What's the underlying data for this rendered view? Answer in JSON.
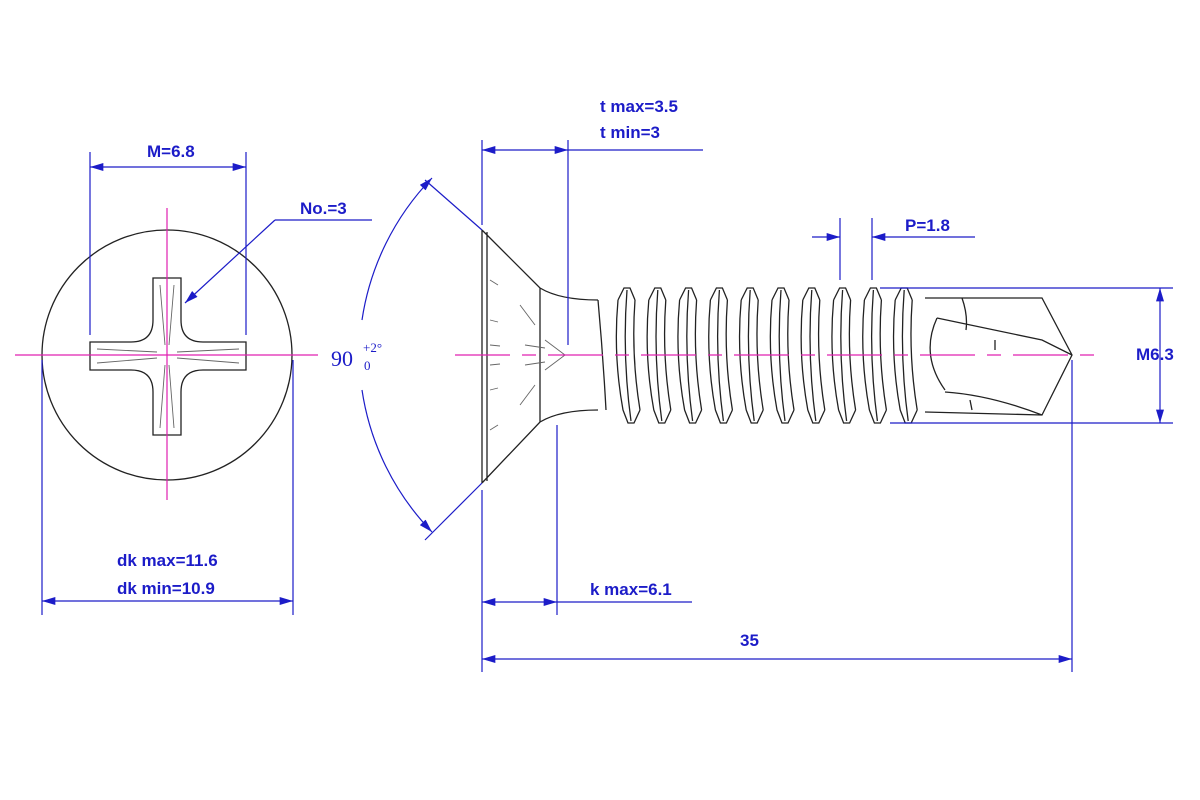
{
  "title": "Countersunk head self-drilling screw drawing",
  "labels": {
    "m": "M=6.8",
    "no": "No.=3",
    "dk_max": "dk max=11.6",
    "dk_min": "dk min=10.9",
    "angle": "90",
    "angle_upper": "+2°",
    "angle_lower": "0",
    "t_max": "t max=3.5",
    "t_min": "t min=3",
    "pitch": "P=1.8",
    "thread": "M6.3",
    "k_max": "k max=6.1",
    "length": "35"
  },
  "colors": {
    "dimension": "#1c1cc8",
    "centerline": "#e020b0",
    "outline": "#222222"
  }
}
